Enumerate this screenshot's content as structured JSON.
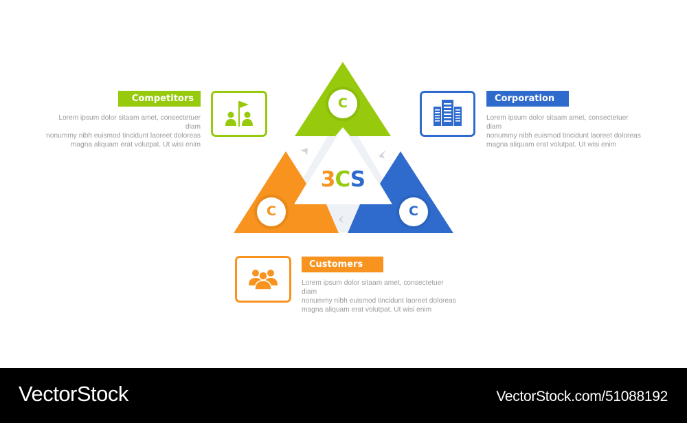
{
  "diagram": {
    "center_label": {
      "part1": "3",
      "part2": "C",
      "part3": "S"
    },
    "colors": {
      "green": "#97C90D",
      "orange": "#F7931E",
      "blue": "#2F6BCC",
      "band": "#EEF2F6",
      "text": "#9A9A9A"
    },
    "nodes": [
      {
        "id": "competitors",
        "letter": "C",
        "title": "Competitors",
        "icon": "people-flag-icon",
        "description": [
          "Lorem ipsum dolor sitaam amet, consectetuer diam",
          "nonummy  nibh euismod tincidunt laoreet doloreas",
          "magna aliquam erat volutpat. Ut wisi enim"
        ]
      },
      {
        "id": "corporation",
        "letter": "C",
        "title": "Corporation",
        "icon": "buildings-icon",
        "description": [
          "Lorem ipsum dolor sitaam amet, consectetuer diam",
          "nonummy  nibh euismod tincidunt laoreet doloreas",
          "magna aliquam erat volutpat. Ut wisi enim"
        ]
      },
      {
        "id": "customers",
        "letter": "C",
        "title": "Customers",
        "icon": "group-users-icon",
        "description": [
          "Lorem ipsum dolor sitaam amet, consectetuer diam",
          "nonummy  nibh euismod tincidunt laoreet doloreas",
          "magna aliquam erat volutpat. Ut wisi enim"
        ]
      }
    ]
  },
  "footer": {
    "brand": "VectorStock",
    "reference": "VectorStock.com/51088192"
  }
}
